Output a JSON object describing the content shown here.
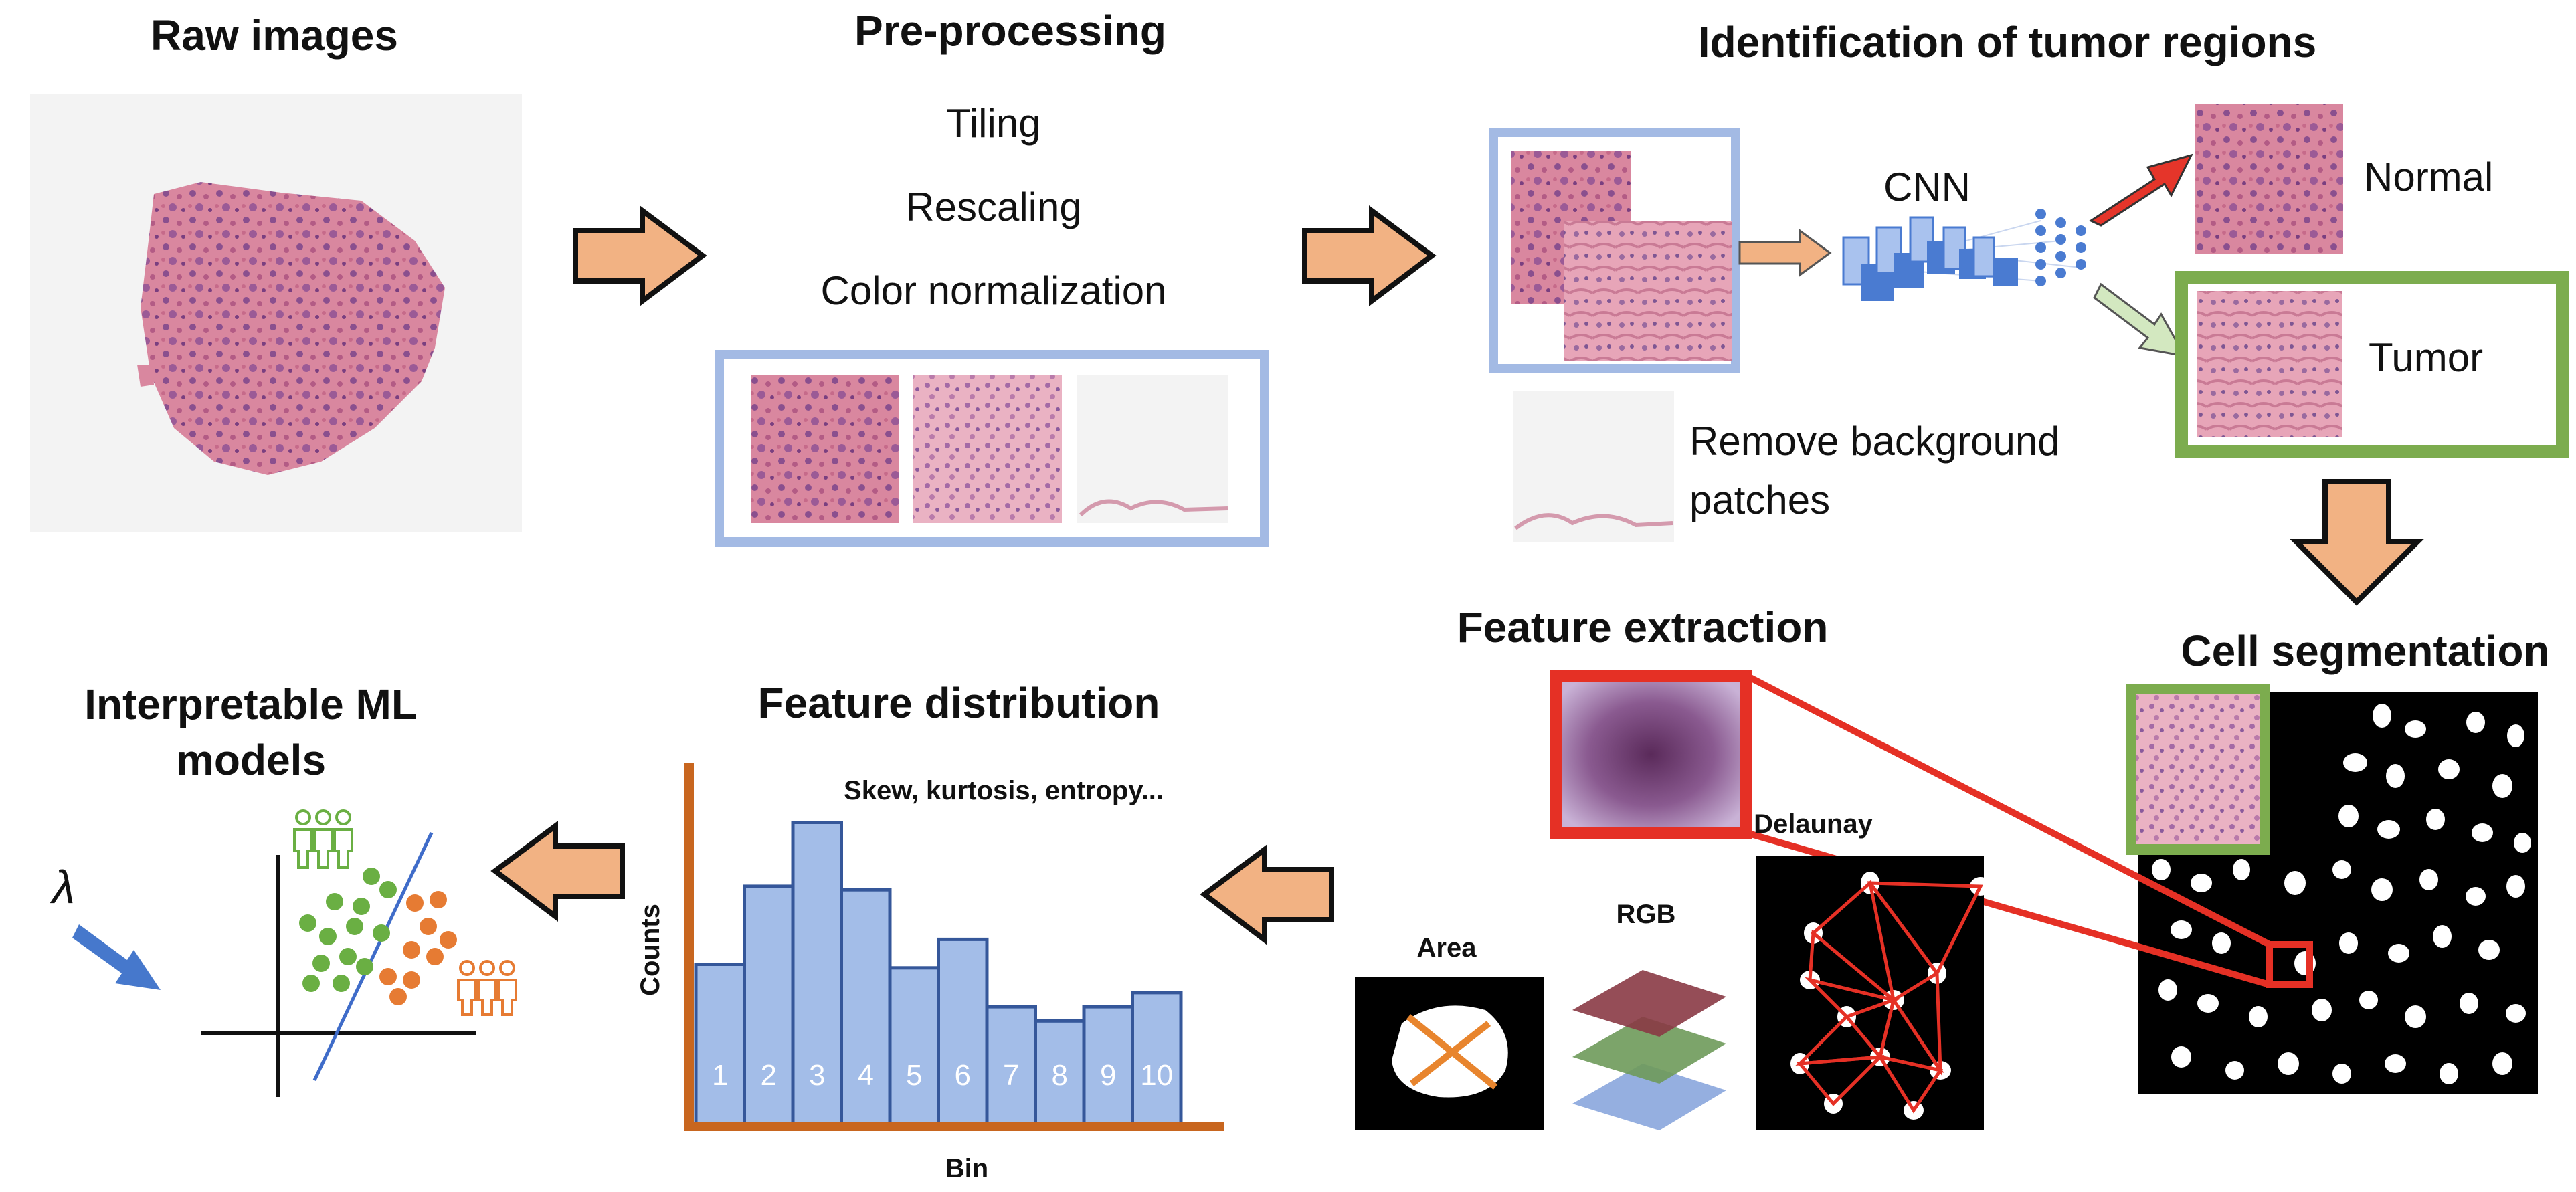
{
  "sections": {
    "raw_images": "Raw images",
    "preprocessing": "Pre-processing",
    "identification": "Identification of tumor regions",
    "cell_segmentation": "Cell segmentation",
    "feature_extraction": "Feature extraction",
    "feature_distribution": "Feature distribution",
    "interpretable_ml_line1": "Interpretable ML",
    "interpretable_ml_line2": "models"
  },
  "preprocessing_steps": [
    "Tiling",
    "Rescaling",
    "Color normalization"
  ],
  "identification": {
    "cnn_label": "CNN",
    "normal_label": "Normal",
    "tumor_label": "Tumor",
    "remove_bg_line1": "Remove background",
    "remove_bg_line2": "patches"
  },
  "feature_extraction": {
    "area_label": "Area",
    "rgb_label": "RGB",
    "delaunay_label": "Delaunay"
  },
  "feature_distribution": {
    "stats_label": "Skew, kurtosis, entropy...",
    "ylabel": "Counts",
    "xlabel": "Bin"
  },
  "ml_models": {
    "lambda_symbol": "λ"
  },
  "chart_data": {
    "type": "bar",
    "categories": [
      "1",
      "2",
      "3",
      "4",
      "5",
      "6",
      "7",
      "8",
      "9",
      "10"
    ],
    "values": [
      45,
      67,
      85,
      66,
      44,
      52,
      33,
      29,
      33,
      37
    ],
    "title": "Feature distribution",
    "subtitle": "Skew, kurtosis, entropy...",
    "xlabel": "Bin",
    "ylabel": "Counts",
    "ylim": [
      0,
      100
    ],
    "grid": false,
    "bar_color": "#a3bde8",
    "bar_edge_color": "#35579a",
    "axis_color": "#c8661f"
  },
  "colors": {
    "arrow_fill": "#f2b283",
    "frame_blue": "#a3bae4",
    "frame_green": "#7cac4e",
    "frame_red": "#e53025",
    "cnn_blue": "#4a7bd1",
    "normal_arrow": "#e5352a",
    "tumor_arrow": "#d3e8c0",
    "group_green": "#6aaf43",
    "group_orange": "#e67b33",
    "regression_line": "#3f6cc9",
    "lambda_arrow": "#4678cc"
  }
}
